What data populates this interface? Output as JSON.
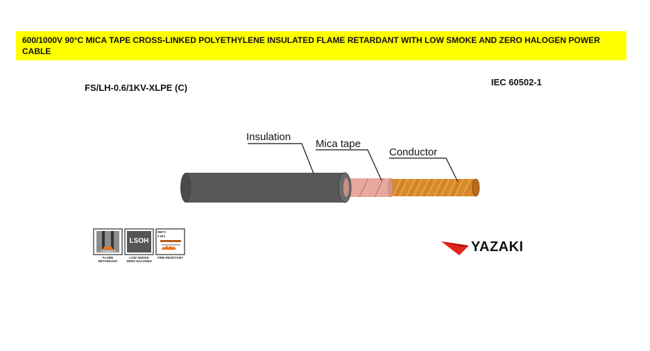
{
  "header": {
    "title": "600/1000V 90°C MICA TAPE CROSS-LINKED POLYETHYLENE INSULATED FLAME RETARDANT WITH LOW SMOKE AND ZERO HALOGEN POWER CABLE",
    "cable_code": "FS/LH-0.6/1KV-XLPE (C)",
    "standard": "IEC 60502-1"
  },
  "diagram": {
    "labels": {
      "insulation": "Insulation",
      "mica_tape": "Mica tape",
      "conductor": "Conductor"
    },
    "colors": {
      "insulation": "#58585a",
      "mica_tape": "#e7a99e",
      "conductor": "#d98a2b"
    }
  },
  "badges": {
    "flame": {
      "inner": "Category C",
      "caption": "FLAME RETARDANT"
    },
    "lsoh": {
      "inner": "LSOH",
      "caption": "LOW SMOKE ZERO HALOGEN"
    },
    "fire": {
      "temp": "950°C",
      "time": "3 Hrs",
      "caption": "FIRE RESISTANT"
    }
  },
  "brand": {
    "name": "YAZAKI",
    "color": "#e2231a"
  }
}
